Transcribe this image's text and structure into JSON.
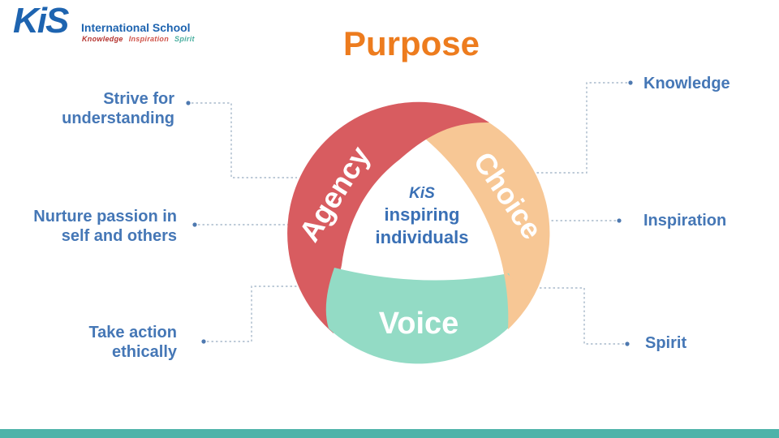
{
  "logo": {
    "brand": "KiS",
    "school_name": "International School",
    "tagline": [
      {
        "text": "Knowledge",
        "color": "#B5342F"
      },
      {
        "text": "Inspiration",
        "color": "#D0544A"
      },
      {
        "text": "Spirit",
        "color": "#49AE9F"
      }
    ]
  },
  "title": "Purpose",
  "diagram": {
    "center": {
      "brand": "KiS",
      "line1": "inspiring",
      "line2": "individuals"
    },
    "segments": [
      {
        "label": "Agency",
        "color": "#D85C60"
      },
      {
        "label": "Choice",
        "color": "#F7C795"
      },
      {
        "label": "Voice",
        "color": "#93DBC5"
      }
    ]
  },
  "left_labels": [
    {
      "line1": "Strive for",
      "line2": "understanding"
    },
    {
      "line1": "Nurture passion in",
      "line2": "self and others"
    },
    {
      "line1": "Take action",
      "line2": "ethically"
    }
  ],
  "right_labels": [
    {
      "label": "Knowledge"
    },
    {
      "label": "Inspiration"
    },
    {
      "label": "Spirit"
    }
  ],
  "colors": {
    "title": "#ED7C1E",
    "side_label_text": "#4577B6",
    "center_text": "#3A70B5",
    "logo_blue": "#1E64B0",
    "footer_bar": "#4DB3A9",
    "agency": "#D85C60",
    "choice": "#F7C795",
    "voice": "#93DBC5",
    "connector_line": "#A9BACB",
    "connector_dot": "#4E79B0"
  }
}
